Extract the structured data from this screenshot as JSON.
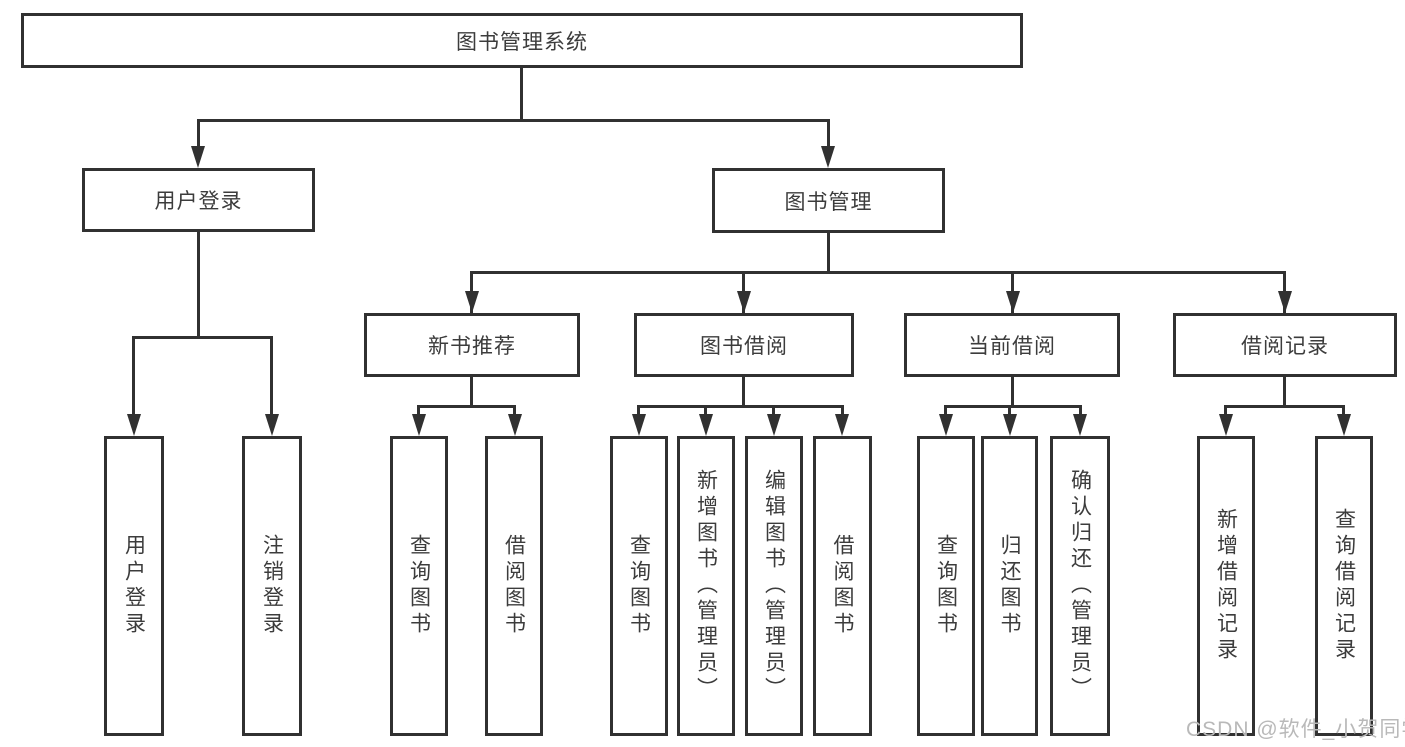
{
  "diagram": {
    "title": "图书管理系统",
    "nodes": {
      "root": "图书管理系统",
      "user_login": "用户登录",
      "book_mgmt": "图书管理",
      "new_books": "新书推荐",
      "book_borrow": "图书借阅",
      "current_borrow": "当前借阅",
      "borrow_records": "借阅记录",
      "leaves": {
        "user_login": [
          "用户登录",
          "注销登录"
        ],
        "new_books": [
          "查询图书",
          "借阅图书"
        ],
        "book_borrow": [
          "查询图书",
          "新增图书（管理员）",
          "编辑图书（管理员）",
          "借阅图书"
        ],
        "current_borrow": [
          "查询图书",
          "归还图书",
          "确认归还（管理员）"
        ],
        "borrow_records": [
          "新增借阅记录",
          "查询借阅记录"
        ]
      }
    },
    "colors": {
      "line": "#313131",
      "text": "#3c3c3c",
      "background": "#ffffff",
      "watermark": "#b9b9b9"
    }
  },
  "watermark": {
    "text": "CSDN @软件_小贺同学"
  }
}
